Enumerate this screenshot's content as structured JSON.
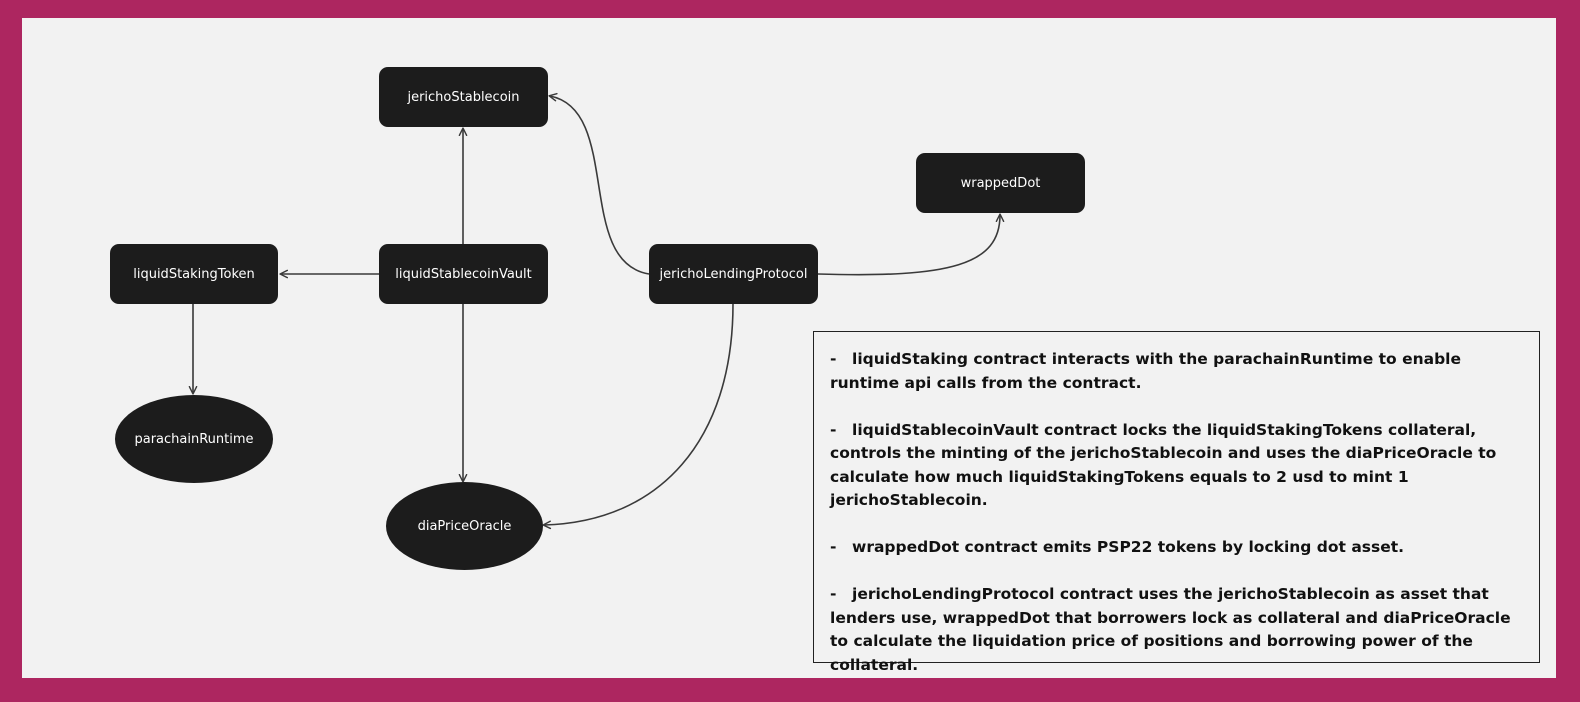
{
  "nodes": {
    "jerichoStablecoin": "jerichoStablecoin",
    "wrappedDot": "wrappedDot",
    "liquidStakingToken": "liquidStakingToken",
    "liquidStablecoinVault": "liquidStablecoinVault",
    "jerichoLendingProtocol": "jerichoLendingProtocol",
    "parachainRuntime": "parachainRuntime",
    "diaPriceOracle": "diaPriceOracle"
  },
  "edges": [
    {
      "from": "liquidStablecoinVault",
      "to": "jerichoStablecoin"
    },
    {
      "from": "liquidStablecoinVault",
      "to": "liquidStakingToken"
    },
    {
      "from": "liquidStablecoinVault",
      "to": "diaPriceOracle"
    },
    {
      "from": "liquidStakingToken",
      "to": "parachainRuntime"
    },
    {
      "from": "jerichoLendingProtocol",
      "to": "jerichoStablecoin"
    },
    {
      "from": "jerichoLendingProtocol",
      "to": "wrappedDot"
    },
    {
      "from": "jerichoLendingProtocol",
      "to": "diaPriceOracle"
    }
  ],
  "notes": {
    "dash": "-",
    "items": [
      "liquidStaking contract interacts with the parachainRuntime to enable runtime api calls from the contract.",
      "liquidStablecoinVault contract locks the liquidStakingTokens collateral, controls the minting of the jerichoStablecoin and uses the diaPriceOracle to calculate how much liquidStakingTokens equals to 2 usd to mint 1 jerichoStablecoin.",
      "wrappedDot contract emits PSP22 tokens by locking dot asset.",
      "jerichoLendingProtocol contract uses the jerichoStablecoin as asset that lenders use, wrappedDot that borrowers lock as collateral and diaPriceOracle to calculate the liquidation price of positions and borrowing power of the collateral."
    ]
  },
  "colors": {
    "frame": "#ad2660",
    "canvas": "#f2f2f2",
    "node": "#1c1c1c",
    "edge": "#3a3a3a"
  }
}
